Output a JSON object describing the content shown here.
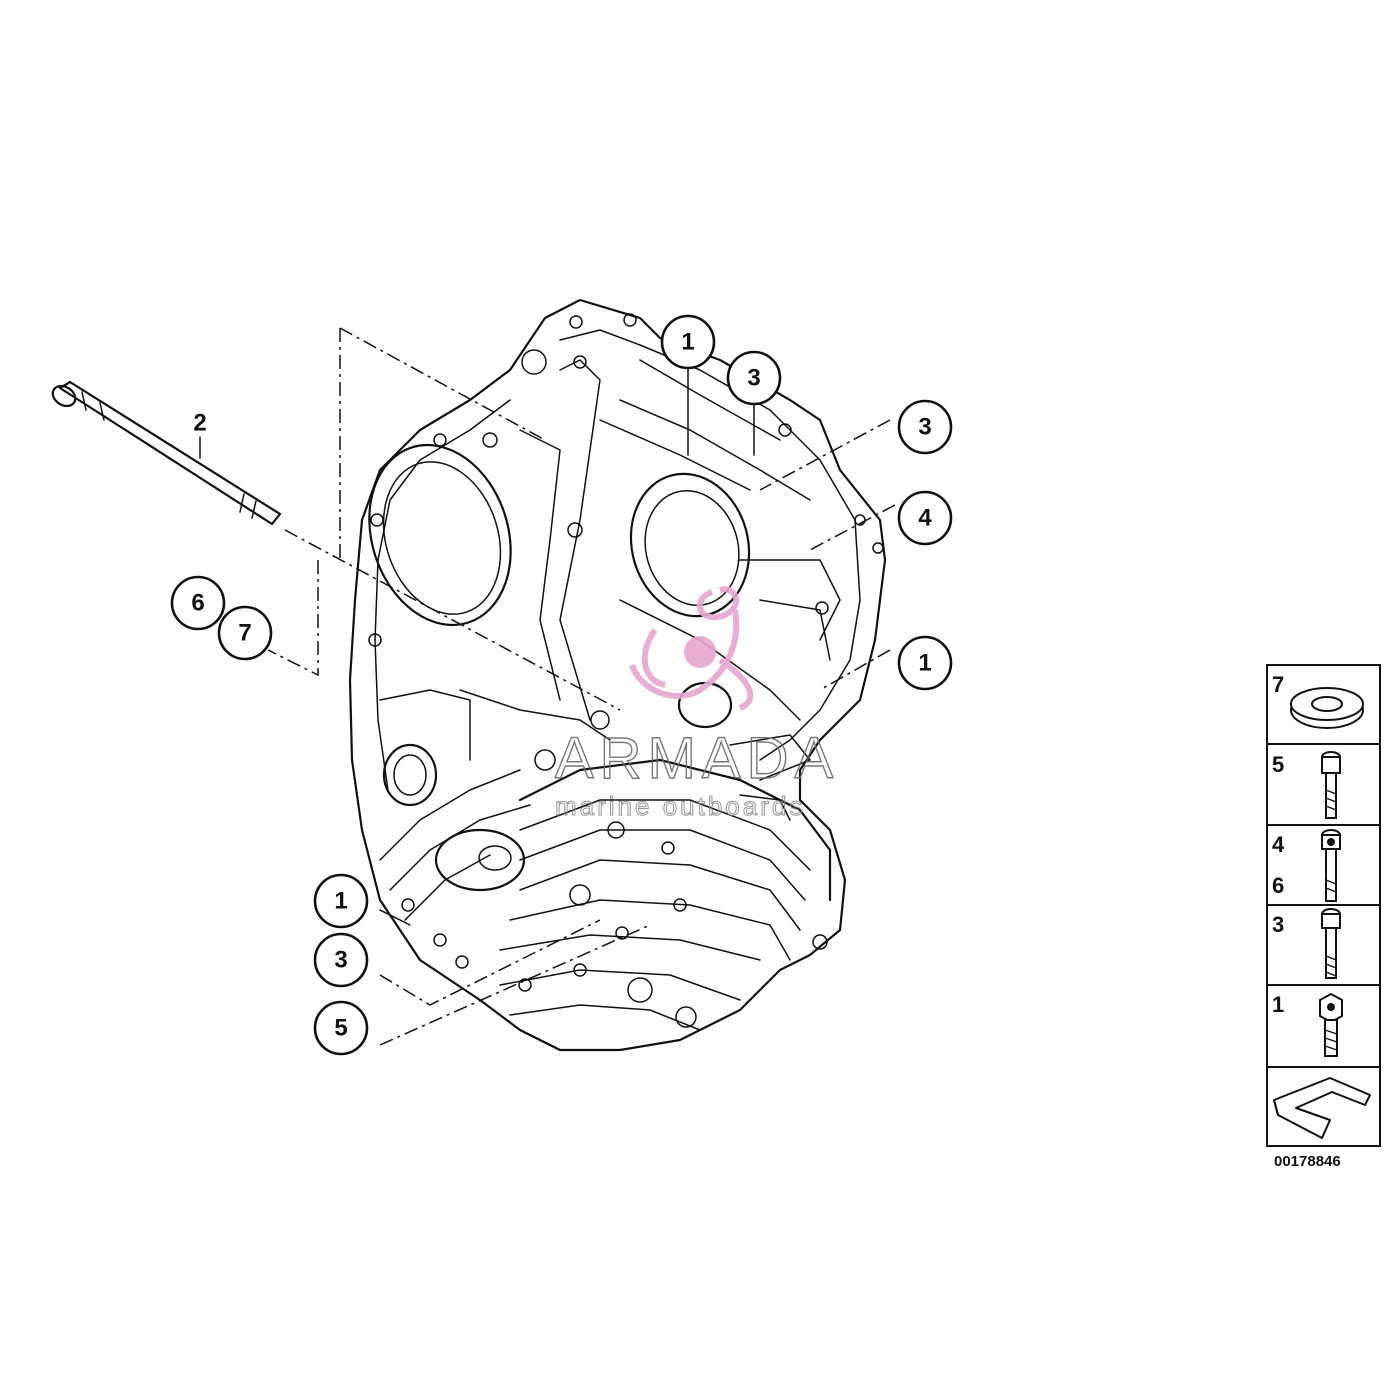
{
  "callouts": [
    {
      "label": "1"
    },
    {
      "label": "3"
    },
    {
      "label": "3"
    },
    {
      "label": "4"
    },
    {
      "label": "1"
    },
    {
      "label": "6"
    },
    {
      "label": "7"
    },
    {
      "label": "1"
    },
    {
      "label": "3"
    },
    {
      "label": "5"
    }
  ],
  "plain_label": "2",
  "legend": [
    {
      "labels": [
        "7"
      ],
      "icon": "washer-icon"
    },
    {
      "labels": [
        "5"
      ],
      "icon": "short-bolt-icon"
    },
    {
      "labels": [
        "4",
        "6"
      ],
      "icon": "long-bolt-icon"
    },
    {
      "labels": [
        "3"
      ],
      "icon": "bolt-icon"
    },
    {
      "labels": [
        "1"
      ],
      "icon": "hex-bolt-icon"
    },
    {
      "labels": [],
      "icon": "view-arrow-icon"
    }
  ],
  "reference_number": "00178846",
  "watermark": {
    "name": "ARMADA",
    "subtitle": "marine outboards",
    "color": "#e6a6cf"
  }
}
